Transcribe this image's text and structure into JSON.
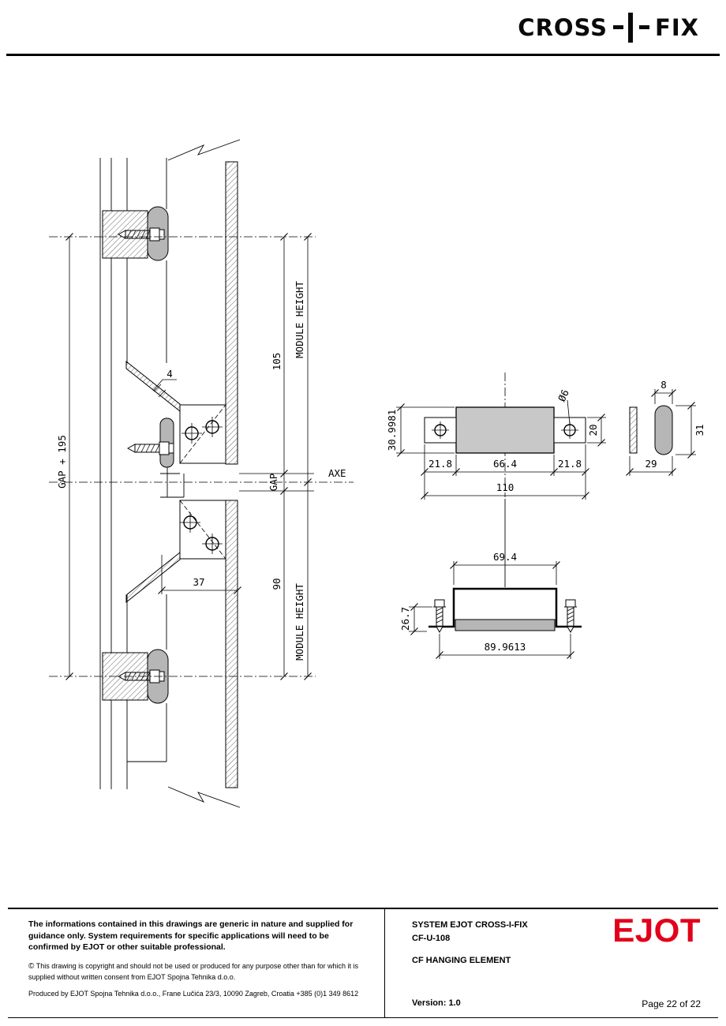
{
  "header": {
    "logo_left": "CROSS",
    "logo_right": "FIX"
  },
  "drawing": {
    "section_view": {
      "module_height_top": "MODULE HEIGHT",
      "dim_105": "105",
      "gap_plus_195": "GAP + 195",
      "gap": "GAP",
      "axe": "AXE",
      "dim_90": "90",
      "module_height_bottom": "MODULE HEIGHT",
      "dim_37": "37",
      "dim_4": "4"
    },
    "plan_view": {
      "dim_height": "30.9981",
      "dim_tab_left": "21.8",
      "dim_body": "66.4",
      "dim_tab_right": "21.8",
      "dim_total": "110",
      "dim_tab_height": "20",
      "dim_hole": "Ø6"
    },
    "side_view": {
      "dim_slot_width": "8",
      "dim_depth": "29",
      "dim_height": "31"
    },
    "front_view": {
      "dim_inner": "69.4",
      "dim_height": "26.7",
      "dim_span": "89.9613"
    }
  },
  "footer": {
    "disclaimer_bold": "The informations contained in this drawings are generic in nature and supplied for guidance only. System requirements for specific applications will need to be confirmed by EJOT or other suitable professional.",
    "copyright_symbol": "©",
    "copyright": "This drawing is copyright and should not be used or produced for any purpose other than for which it is supplied without written consent from EJOT Spojna Tehnika d.o.o.",
    "produced_by": "Produced by EJOT Spojna Tehnika d.o.o., Frane Lučića 23/3, 10090 Zagreb, Croatia +385 (0)1 349 8612",
    "system_title": "SYSTEM EJOT CROSS-I-FIX",
    "doc_code": "CF-U-108",
    "element_title": "CF HANGING ELEMENT",
    "version": "Version: 1.0",
    "ejot_logo": "EJOT",
    "page": "Page 22 of 22",
    "colors": {
      "brand_red": "#e2001a"
    }
  }
}
